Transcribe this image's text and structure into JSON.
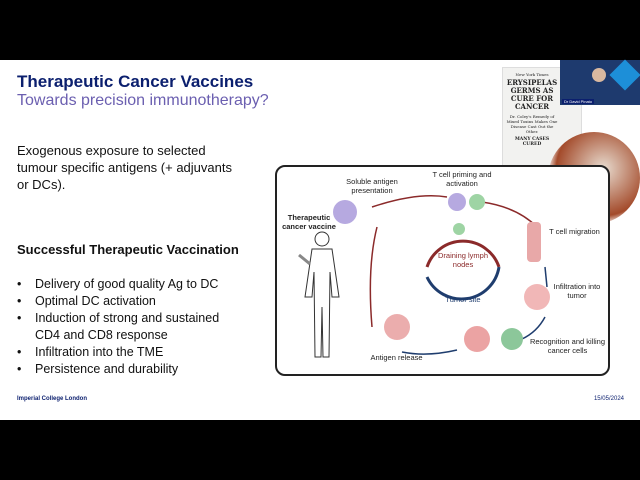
{
  "slide": {
    "title": "Therapeutic Cancer Vaccines",
    "subtitle": "Towards precision immunotherapy?",
    "intro": "Exogenous exposure to selected tumour specific antigens (+ adjuvants or DCs).",
    "section_heading": "Successful Therapeutic Vaccination",
    "bullets": [
      "Delivery of good quality Ag to DC",
      "Optimal DC activation",
      "Induction of strong and sustained CD4 and CD8 response",
      "Infiltration into the TME",
      "Persistence and durability"
    ],
    "footer_left": "Imperial College London",
    "footer_right": "15/05/2024"
  },
  "diagram": {
    "vaccine": "Therapeutic cancer vaccine",
    "soluble": "Soluble antigen presentation",
    "priming": "T cell priming and activation",
    "migration": "T cell migration",
    "infiltration": "Infiltration into tumor",
    "recognition": "Recognition and killing cancer cells",
    "release": "Antigen release",
    "lymph": "Draining lymph nodes",
    "tumor": "Tumor site"
  },
  "newspaper": {
    "masthead": "New York Times",
    "headline": "ERYSIPELAS GERMS AS CURE FOR CANCER",
    "sub": "Dr. Coley's Remedy of Mixed Toxins Makes One Disease Cast Out the Other.",
    "cases": "MANY CASES CURED"
  },
  "webcam": {
    "speaker": "Dr David Pinato"
  }
}
